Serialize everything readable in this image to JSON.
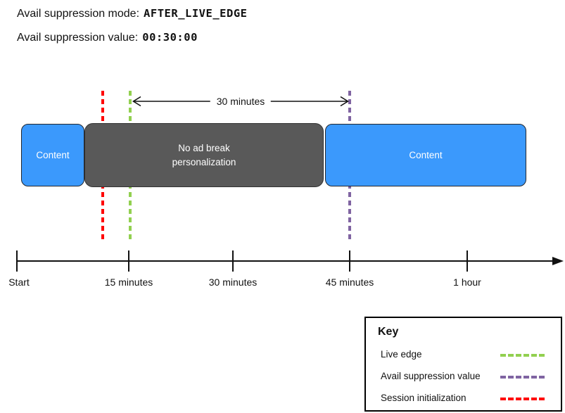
{
  "header": {
    "mode_label": "Avail suppression mode:",
    "mode_value": "AFTER_LIVE_EDGE",
    "value_label": "Avail suppression value:",
    "value_value": "00:30:00"
  },
  "diagram": {
    "duration_arrow_label": "30 minutes",
    "boxes": {
      "left_content": "Content",
      "middle_no_personalization": "No ad break personalization",
      "right_content": "Content"
    },
    "markers": {
      "session_initialization": {
        "name": "Session initialization",
        "color": "#ff0000"
      },
      "live_edge": {
        "name": "Live edge",
        "color": "#92d050"
      },
      "avail_suppression_value": {
        "name": "Avail suppression value",
        "color": "#8064a2"
      }
    }
  },
  "timeline": {
    "tick_labels": [
      "Start",
      "15 minutes",
      "30 minutes",
      "45 minutes",
      "1 hour"
    ]
  },
  "key": {
    "title": "Key",
    "items": [
      {
        "label": "Live edge",
        "color": "#92d050"
      },
      {
        "label": "Avail suppression value",
        "color": "#8064a2"
      },
      {
        "label": "Session initialization",
        "color": "#ff0000"
      }
    ]
  },
  "colors": {
    "content_box_fill": "#3b99fc",
    "no_personalization_box_fill": "#595959",
    "axis": "#111111"
  }
}
